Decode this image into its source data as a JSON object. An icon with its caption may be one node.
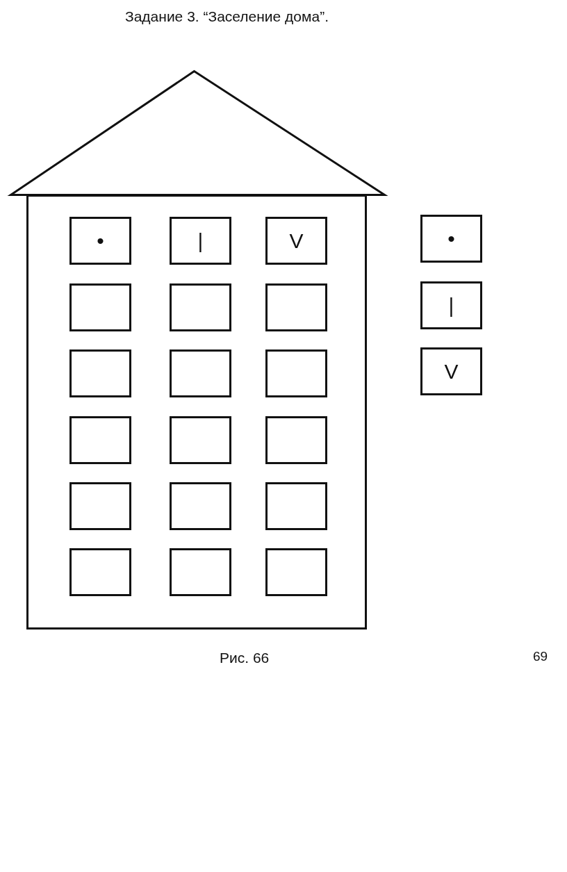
{
  "diagram": {
    "title": "Задание 3. “Заселение дома”.",
    "caption": "Рис. 66",
    "nodes": [
      {
        "text": [],
        "shape": "triangle"
      },
      {
        "text": [],
        "shape": "house"
      },
      {
        "text": [
          "•"
        ],
        "in": 1
      },
      {
        "text": [
          "|"
        ],
        "in": 1
      },
      {
        "text": [
          "V"
        ],
        "in": 1
      },
      {
        "text": [],
        "shape": "box",
        "in": 1
      },
      {
        "text": [],
        "shape": "box",
        "in": 1
      },
      {
        "text": [],
        "shape": "box",
        "in": 1
      },
      {
        "text": [],
        "shape": "box",
        "in": 1
      },
      {
        "text": [],
        "shape": "box",
        "in": 1
      },
      {
        "text": [],
        "shape": "box",
        "in": 1
      },
      {
        "text": [],
        "shape": "box",
        "in": 1
      },
      {
        "text": [],
        "shape": "box",
        "in": 1
      },
      {
        "text": [],
        "shape": "box",
        "in": 1
      },
      {
        "text": [],
        "shape": "box",
        "in": 1
      },
      {
        "text": [],
        "shape": "box",
        "in": 1
      },
      {
        "text": [],
        "shape": "box",
        "in": 1
      },
      {
        "text": [],
        "shape": "box",
        "in": 1
      },
      {
        "text": [],
        "shape": "box",
        "in": 1
      },
      {
        "text": [],
        "shape": "box",
        "in": 1
      },
      {
        "text": [
          "•"
        ]
      },
      {
        "text": [
          "|"
        ]
      },
      {
        "text": [
          "V"
        ]
      }
    ],
    "labels": [
      "69"
    ]
  }
}
